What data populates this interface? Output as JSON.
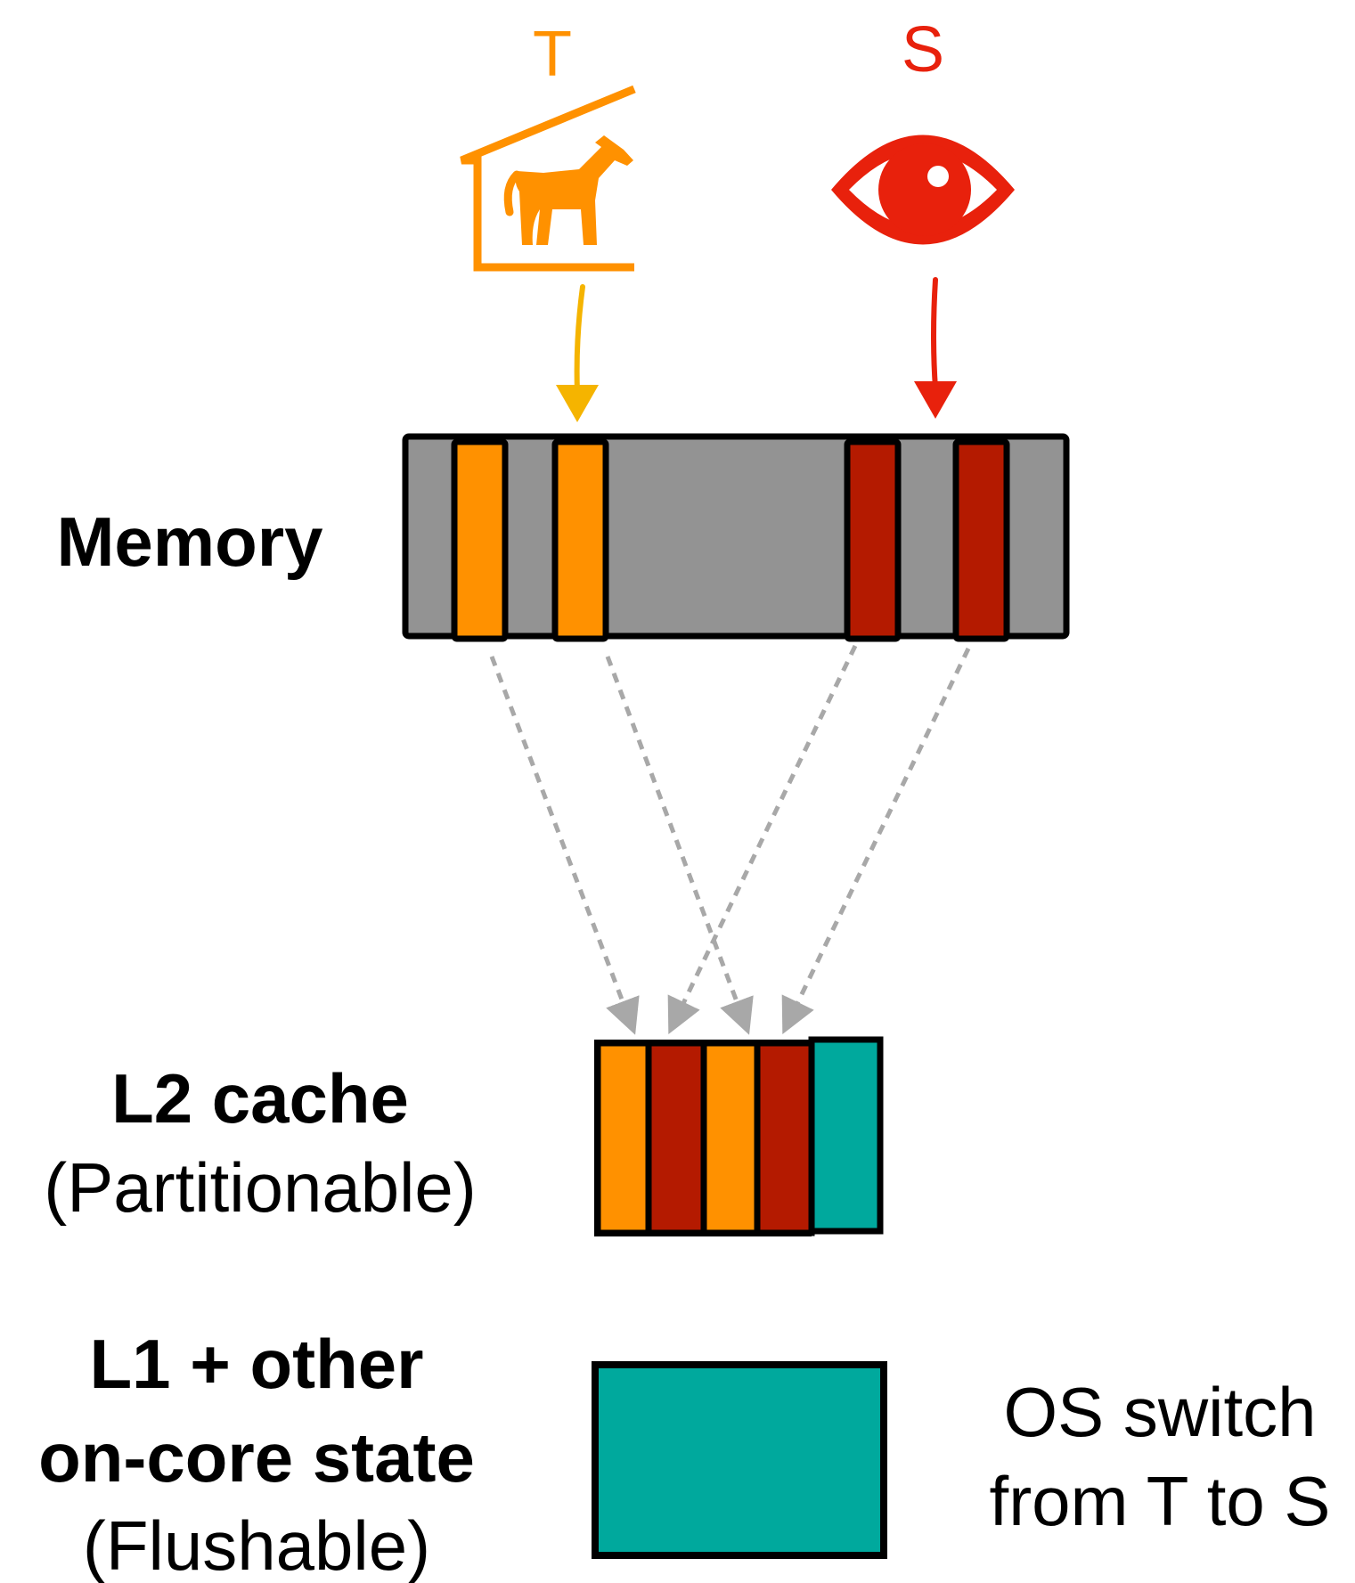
{
  "actors": {
    "trojan": {
      "letter": "T",
      "icon": "horse-in-house-icon",
      "color": "#FF9100"
    },
    "spy": {
      "letter": "S",
      "icon": "eye-icon",
      "color": "#E8210C"
    }
  },
  "labels": {
    "memory": "Memory",
    "l2_title": "L2 cache",
    "l2_subtitle": "(Partitionable)",
    "l1_line1": "L1 + other",
    "l1_line2": "on-core state",
    "l1_subtitle": "(Flushable)",
    "os_line1": "OS switch",
    "os_line2": "from T to S"
  },
  "colors": {
    "memory_fill": "#939393",
    "trojan_slot": "#FF9100",
    "spy_slot": "#B41A00",
    "free_slot": "#00A99D",
    "trojan_arrow": "#F5B400",
    "spy_arrow": "#E8210C",
    "mapping_arrow": "#A8A8A8",
    "outline": "#000000"
  },
  "memory_slots": [
    "gray",
    "trojan",
    "gray",
    "trojan",
    "gray",
    "spy",
    "gray",
    "spy",
    "gray"
  ],
  "l2_slots": [
    "trojan",
    "spy",
    "trojan",
    "spy",
    "free"
  ],
  "l1_slots": [
    "free"
  ]
}
